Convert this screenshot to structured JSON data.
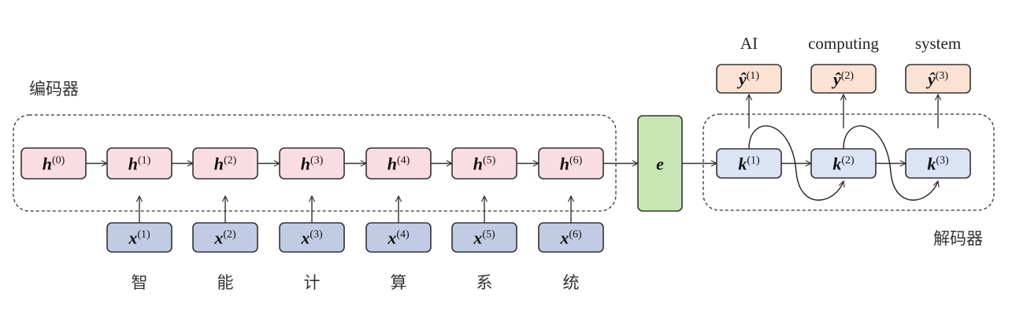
{
  "colors": {
    "hidden_fill": "#fadde3",
    "input_fill": "#c1cbe4",
    "context_fill": "#c8e6b3",
    "decoder_fill": "#dbe3f5",
    "output_fill": "#fbe2d3",
    "stroke": "#333333"
  },
  "encoder": {
    "label": "编码器",
    "hidden_states": [
      {
        "var": "h",
        "sup": "(0)"
      },
      {
        "var": "h",
        "sup": "(1)"
      },
      {
        "var": "h",
        "sup": "(2)"
      },
      {
        "var": "h",
        "sup": "(3)"
      },
      {
        "var": "h",
        "sup": "(4)"
      },
      {
        "var": "h",
        "sup": "(5)"
      },
      {
        "var": "h",
        "sup": "(6)"
      }
    ],
    "inputs": [
      {
        "var": "x",
        "sup": "(1)",
        "token": "智"
      },
      {
        "var": "x",
        "sup": "(2)",
        "token": "能"
      },
      {
        "var": "x",
        "sup": "(3)",
        "token": "计"
      },
      {
        "var": "x",
        "sup": "(4)",
        "token": "算"
      },
      {
        "var": "x",
        "sup": "(5)",
        "token": "系"
      },
      {
        "var": "x",
        "sup": "(6)",
        "token": "统"
      }
    ]
  },
  "context": {
    "var": "e"
  },
  "decoder": {
    "label": "解码器",
    "hidden_states": [
      {
        "var": "k",
        "sup": "(1)"
      },
      {
        "var": "k",
        "sup": "(2)"
      },
      {
        "var": "k",
        "sup": "(3)"
      }
    ],
    "outputs": [
      {
        "var": "ŷ",
        "sup": "(1)",
        "word": "AI"
      },
      {
        "var": "ŷ",
        "sup": "(2)",
        "word": "computing"
      },
      {
        "var": "ŷ",
        "sup": "(3)",
        "word": "system"
      }
    ]
  }
}
